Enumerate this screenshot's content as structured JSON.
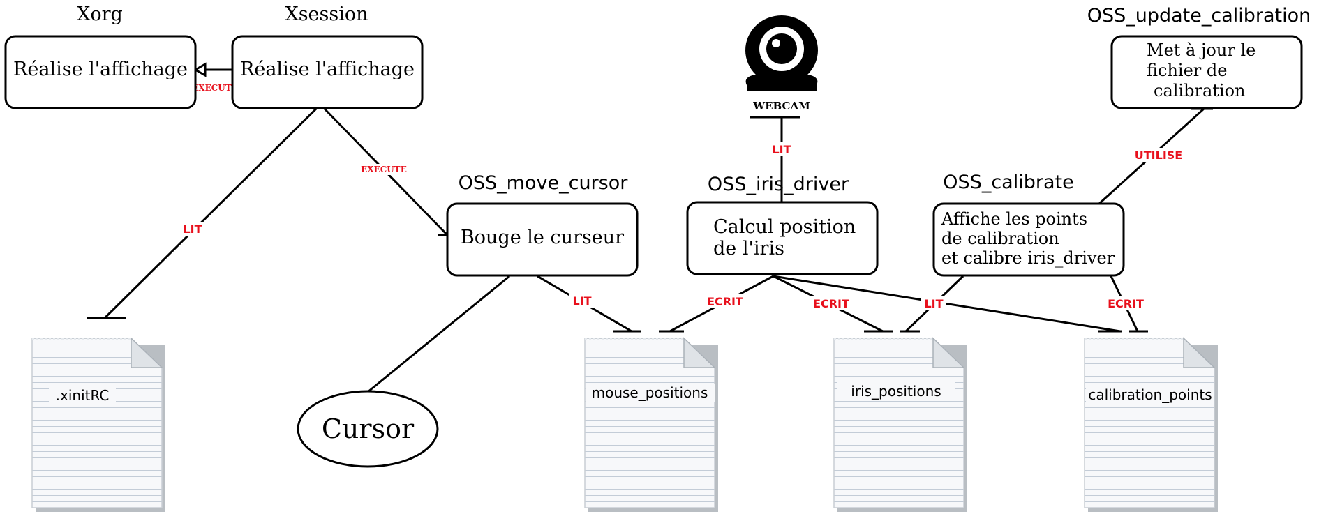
{
  "titles": {
    "xorg": "Xorg",
    "xsession": "Xsession",
    "oss_move_cursor": "OSS_move_cursor",
    "oss_iris_driver": "OSS_iris_driver",
    "oss_calibrate": "OSS_calibrate",
    "oss_update_calibration": "OSS_update_calibration"
  },
  "boxes": {
    "xorg": "Réalise l'affichage",
    "xsession": "Réalise l'affichage",
    "move_cursor": "Bouge le curseur",
    "iris_driver": [
      "Calcul position",
      "de l'iris"
    ],
    "calibrate": [
      "Affiche les points",
      "de calibration",
      "et calibre iris_driver"
    ],
    "update_calibration": [
      "Met à jour le",
      "fichier de",
      "calibration"
    ]
  },
  "webcam": {
    "label": "WEBCAM",
    "icon": "webcam-icon"
  },
  "cursor_ellipse": "Cursor",
  "documents": {
    "xinitrc": ".xinitRC",
    "mouse_positions": "mouse_positions",
    "iris_positions": "iris_positions",
    "calibration_points": "calibration_points"
  },
  "edge_labels": {
    "xsession_execute_xorg": "EXECUTE",
    "xsession_execute_move_cursor": "EXECUTE",
    "xsession_lit_xinitrc": "LIT",
    "move_cursor_lit_mouse": "LIT",
    "iris_ecrit_mouse": "ECRIT",
    "iris_ecrit_iris": "ECRIT",
    "calibrate_lit_iris": "LIT",
    "calibrate_ecrit_calib": "ECRIT",
    "iris_lit_webcam": "LIT",
    "calibrate_utilise_update": "UTILISE"
  },
  "colors": {
    "edge_label": "#e8101c",
    "line": "#000000",
    "paper": "#f6f7f8",
    "paper_lines": "#c9d2dc"
  }
}
